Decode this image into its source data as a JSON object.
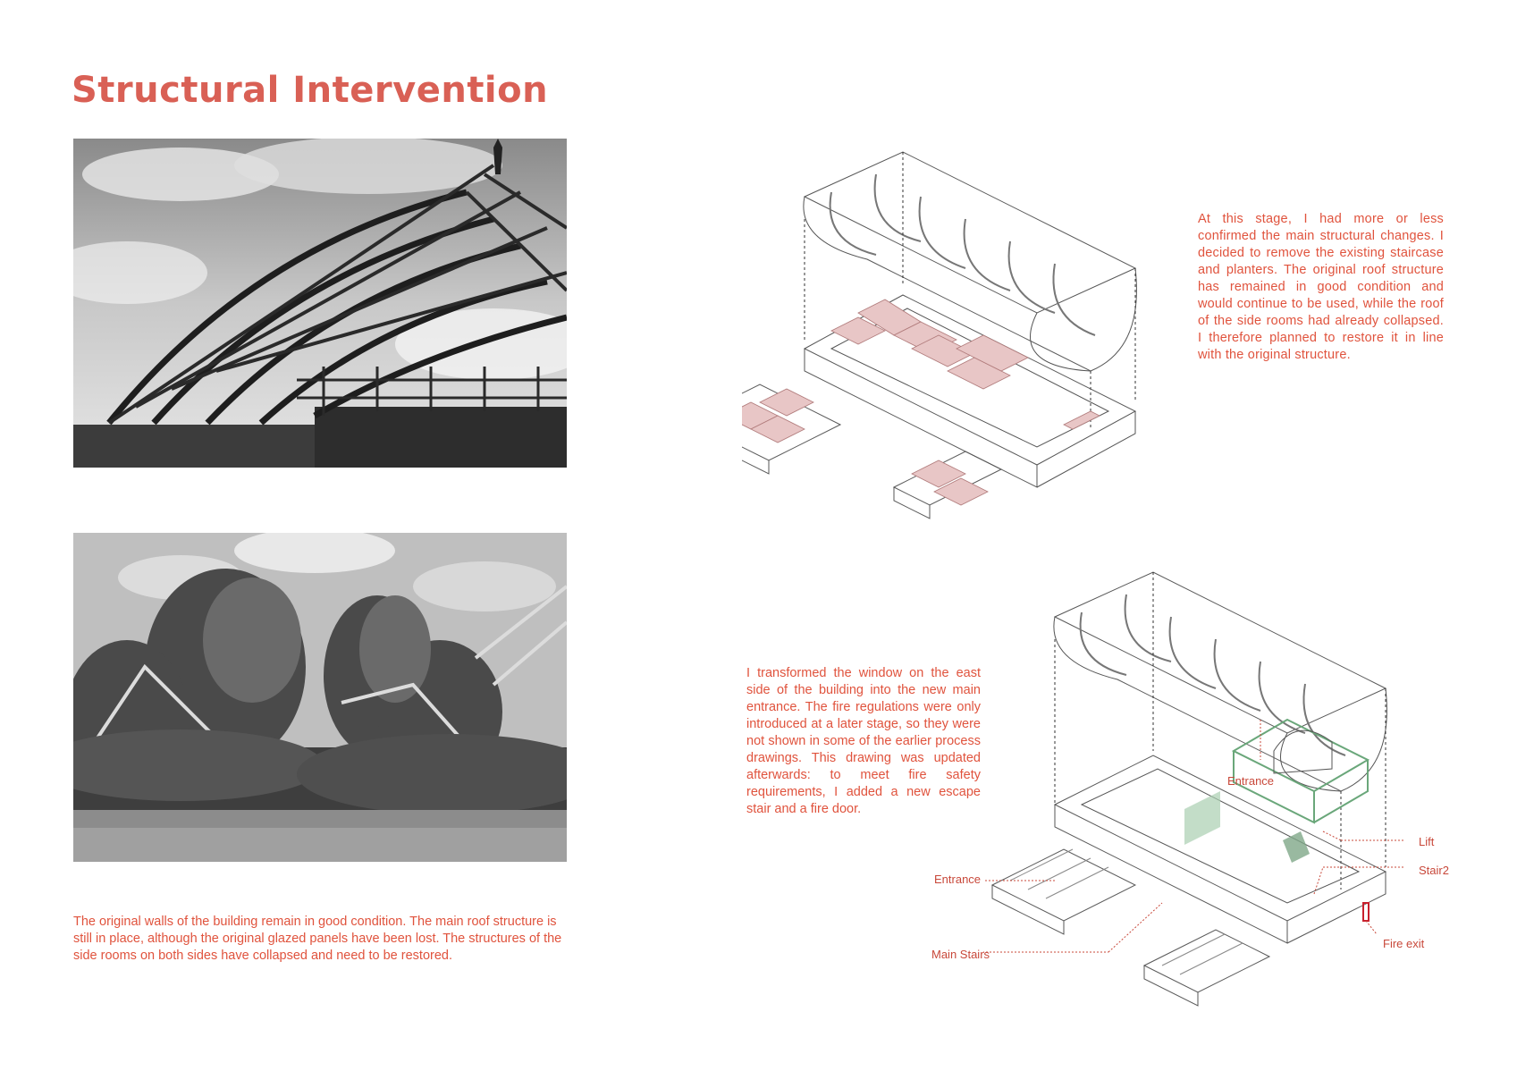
{
  "page": {
    "title": "Structural Intervention"
  },
  "texts": {
    "photos_caption": "The original walls of the building remain in good condition. The main roof structure is still in place, although the original glazed panels have been lost. The structures of the side rooms on both sides have collapsed and need to be restored.",
    "stage_one": "At this stage, I had more or less confirmed the main structural changes. I decided to remove the existing staircase and planters. The original roof structure has remained in good condition and would continue to be used, while the roof of the side rooms had already collapsed. I therefore planned to restore it in line with the original structure.",
    "stage_two": "I transformed the window on the east side of the building into the new main entrance. The fire regulations were only introduced at a later stage, so they were not shown in some of the earlier process drawings. This drawing was updated afterwards: to meet fire safety requirements, I added a new escape stair and a fire door."
  },
  "diagram_labels": {
    "entrance_top": "Entrance",
    "entrance_left": "Entrance",
    "main_stairs": "Main Stairs",
    "lift": "Lift",
    "stair2": "Stair2",
    "fire_exit": "Fire exit"
  },
  "colors": {
    "accent": "#e0533d",
    "title": "#d96055",
    "planter_fill": "#e8c6c6",
    "new_structure": "#6aa77a",
    "line": "#555555"
  }
}
